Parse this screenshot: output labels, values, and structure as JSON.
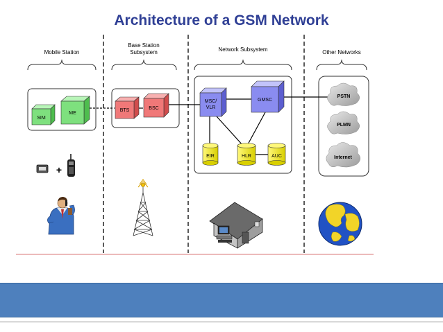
{
  "title": "Architecture of a GSM Network",
  "sections": {
    "mobile_station": "Mobile Station",
    "bss_line1": "Base Station",
    "bss_line2": "Subsystem",
    "network_subsystem": "Network Subsystem",
    "other_networks": "Other Networks"
  },
  "nodes": {
    "sim": "SIM",
    "me": "ME",
    "bts": "BTS",
    "bsc": "BSC",
    "msc_line1": "MSC/",
    "msc_line2": "VLR",
    "gmsc": "GMSC",
    "eir": "EIR",
    "hlr": "HLR",
    "auc": "AUC",
    "pstn": "PSTN",
    "plmn": "PLMN",
    "internet": "Internet"
  },
  "ms_plus": "+",
  "colors": {
    "title": "#2f3f95",
    "green_box": "#7ee07e",
    "red_box": "#f07878",
    "blue_box": "#8a8cf0",
    "yellow_db": "#f5ee22",
    "footer_bar": "#4e80bd"
  },
  "icons": [
    "mobile-terminal-icon",
    "cell-tower-icon",
    "house-computer-icon",
    "globe-icon",
    "person-phone-icon"
  ]
}
